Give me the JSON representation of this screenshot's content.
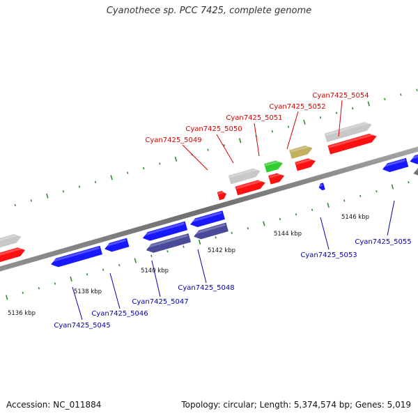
{
  "title": "Cyanothece sp. PCC 7425, complete genome",
  "footer": {
    "accession": "Accession: NC_011884",
    "summary": "Topology: circular; Length: 5,374,574 bp; Genes: 5,019"
  },
  "colors": {
    "forward_label": "#d40000",
    "reverse_label": "#0000b0",
    "tick": "#2e8b2e",
    "backbone": "#8a8a8a",
    "red": "#ff1010",
    "blue": "#1818ff",
    "grey": "#c8c8c8",
    "navy": "#4a4a9a",
    "green": "#33cc33",
    "olive": "#c0b060",
    "dark": "#707070"
  },
  "scale_labels": [
    {
      "text": "5136 kbp"
    },
    {
      "text": "5138 kbp"
    },
    {
      "text": "5140 kbp"
    },
    {
      "text": "5142 kbp"
    },
    {
      "text": "5144 kbp"
    },
    {
      "text": "5146 kbp"
    }
  ],
  "forward_labels": [
    {
      "text": "Cyan7425_5049"
    },
    {
      "text": "Cyan7425_5050"
    },
    {
      "text": "Cyan7425_5051"
    },
    {
      "text": "Cyan7425_5052"
    },
    {
      "text": "Cyan7425_5054"
    }
  ],
  "reverse_labels": [
    {
      "text": "Cyan7425_5045"
    },
    {
      "text": "Cyan7425_5046"
    },
    {
      "text": "Cyan7425_5047"
    },
    {
      "text": "Cyan7425_5048"
    },
    {
      "text": "Cyan7425_5053"
    },
    {
      "text": "Cyan7425_5055"
    }
  ]
}
